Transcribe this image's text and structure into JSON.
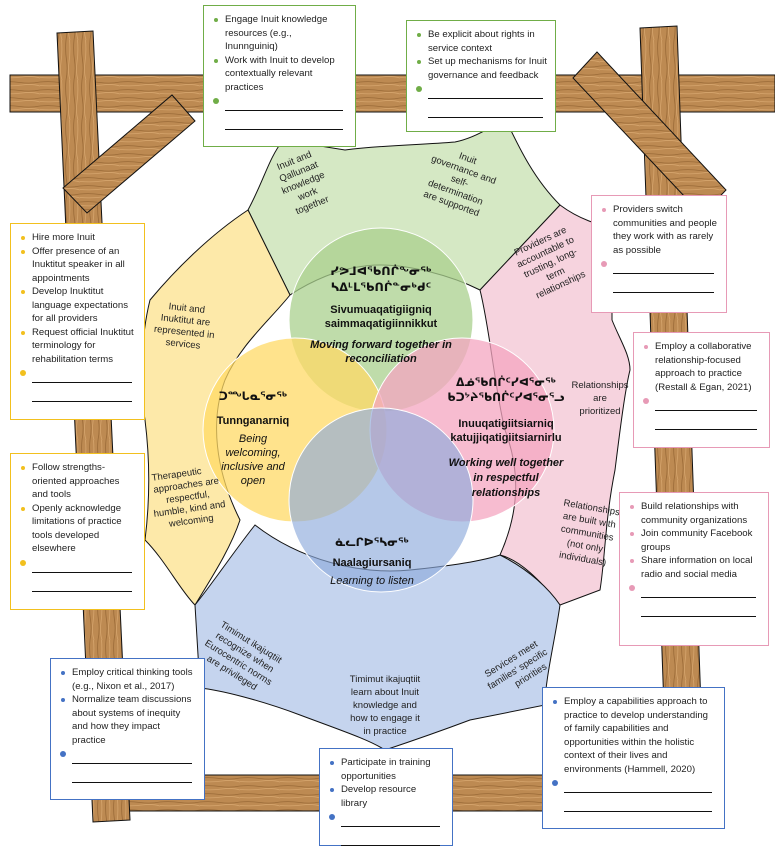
{
  "colors": {
    "green": "#70ad47",
    "yellow": "#f2c01e",
    "pink": "#e79ab6",
    "blue": "#4472c4",
    "green_fill": "#d5e8c4",
    "yellow_fill": "#fde9a9",
    "pink_fill": "#f6d3de",
    "blue_fill": "#c5d4ee",
    "wood": "#b5824c"
  },
  "circles": {
    "green": {
      "syllabics_1": "ᓯᕗᒧᐊᖃᑎᒌᖕᓂᖅ",
      "syllabics_2": "ᓴᐃᒻᒪᖃᑎᒌᓐᓂᒃᑯᑦ",
      "title_1": "Sivumuaqatigiigniq",
      "title_2": "saimmaqatigiinnikkut",
      "meaning_1": "Moving forward together in",
      "meaning_2": "reconciliation"
    },
    "yellow": {
      "syllabics": "ᑐᙵᓇᕐᓂᖅ",
      "title": "Tunnganarniq",
      "meaning": [
        "Being",
        "welcoming,",
        "inclusive and",
        "open"
      ]
    },
    "pink": {
      "syllabics_1": "ᐃᓅᖃᑎᒌᑦᓯᐊᕐᓂᖅ",
      "syllabics_2": "ᑲᑐᔾᔨᖃᑎᒌᑦᓯᐊᕐᓂᕐᓗ",
      "title_1": "Inuuqatigiitsiarniq",
      "title_2": "katujjiqatigiitsiarnirlu",
      "meaning": [
        "Working well together",
        "in respectful",
        "relationships"
      ]
    },
    "blue": {
      "syllabics": "ᓈᓚᒋᐅᕐᓴᓂᖅ",
      "title": "Naalagiursaniq",
      "meaning": "Learning to listen"
    }
  },
  "outcomes": {
    "green_left": [
      "Inuit and",
      "Qallunaat",
      "knowledge",
      "work",
      "together"
    ],
    "green_right": [
      "Inuit",
      "governance and",
      "self-",
      "determination",
      "are supported"
    ],
    "yellow_top": [
      "Inuit and",
      "Inuktitut are",
      "represented in",
      "services"
    ],
    "yellow_bottom": [
      "Therapeutic",
      "approaches are",
      "respectful,",
      "humble, kind and",
      "welcoming"
    ],
    "pink_top": [
      "Providers are",
      "accountable to",
      "trusting, long-",
      "term",
      "relationships"
    ],
    "pink_mid": [
      "Relationships",
      "are",
      "prioritized"
    ],
    "pink_bottom": [
      "Relationships",
      "are built with",
      "communities",
      "(not only",
      "individuals)"
    ],
    "blue_left": [
      "Timimut ikajuqtiit",
      "recognize when",
      "Eurocentric norms",
      "are privileged"
    ],
    "blue_center": [
      "Timimut ikajuqtiit",
      "learn about Inuit",
      "knowledge and",
      "how to engage it",
      "in practice"
    ],
    "blue_right": [
      "Services meet",
      "families' specific",
      "priorities"
    ]
  },
  "boxes": {
    "green_1": [
      "Engage Inuit knowledge resources (e.g., Inunnguiniq)",
      "Work with Inuit to develop contextually relevant practices"
    ],
    "green_2": [
      "Be explicit about rights in service context",
      "Set up mechanisms for Inuit governance and feedback"
    ],
    "yellow_1": [
      "Hire more Inuit",
      "Offer presence of an Inuktitut speaker in all appointments",
      "Develop Inuktitut language expectations for all providers",
      "Request official Inuktitut terminology for rehabilitation terms"
    ],
    "yellow_2": [
      "Follow strengths-oriented approaches and tools",
      "Openly acknowledge limitations of practice tools developed elsewhere"
    ],
    "pink_1": [
      "Providers switch communities and people they work with as rarely as possible"
    ],
    "pink_2": [
      "Employ a collaborative relationship-focused approach to practice (Restall & Egan, 2021)"
    ],
    "pink_3": [
      "Build relationships with community organizations",
      "Join community Facebook groups",
      "Share information on local radio and social media"
    ],
    "blue_1": [
      "Employ critical thinking tools (e.g., Nixon et al., 2017)",
      "Normalize team discussions about systems of inequity and how they impact practice"
    ],
    "blue_2": [
      "Participate in training opportunities",
      "Develop resource library"
    ],
    "blue_3": [
      "Employ a capabilities approach to practice to develop understanding of family capabilities and opportunities within the holistic context of their lives and environments (Hammell, 2020)"
    ]
  }
}
